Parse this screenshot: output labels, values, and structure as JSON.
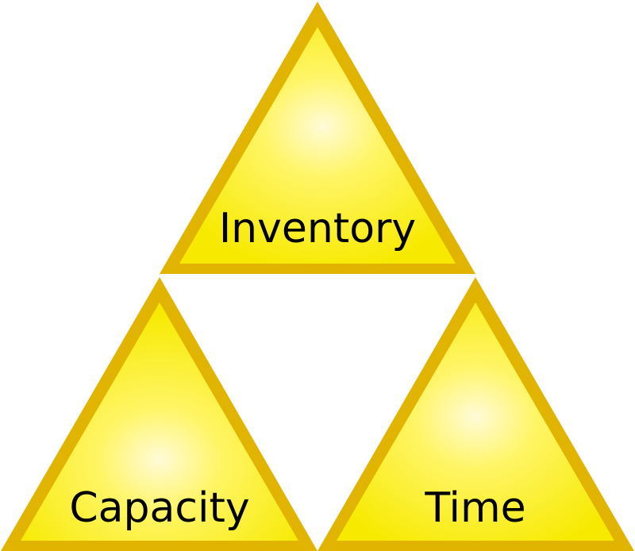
{
  "diagram": {
    "triangles": {
      "top": {
        "label": "Inventory"
      },
      "bottom_left": {
        "label": "Capacity"
      },
      "bottom_right": {
        "label": "Time"
      }
    }
  },
  "colors": {
    "border": "#e0b400",
    "fill_center": "#fffbd8",
    "fill_mid": "#fff566",
    "fill_edge": "#f7ea00"
  }
}
